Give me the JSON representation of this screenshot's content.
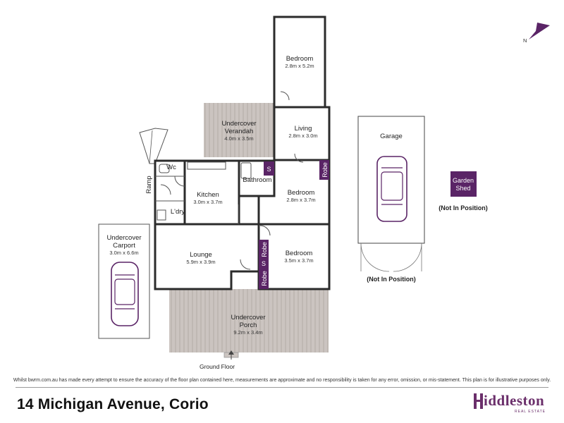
{
  "rooms": {
    "bedroom_top": {
      "name": "Bedroom",
      "dim": "2.8m x 5.2m"
    },
    "verandah": {
      "name1": "Undercover",
      "name2": "Verandah",
      "dim": "4.0m x 3.5m"
    },
    "living": {
      "name": "Living",
      "dim": "2.8m x 3.0m"
    },
    "wc": {
      "name": "Wc"
    },
    "ramp": {
      "name": "Ramp"
    },
    "kitchen": {
      "name": "Kitchen",
      "dim": "3.0m x 3.7m"
    },
    "bathroom": {
      "name": "Bathroom"
    },
    "bedroom_mid": {
      "name": "Bedroom",
      "dim": "2.8m x 3.7m"
    },
    "laundry": {
      "name": "L'dry"
    },
    "carport": {
      "name1": "Undercover",
      "name2": "Carport",
      "dim": "3.0m x 6.6m"
    },
    "lounge": {
      "name": "Lounge",
      "dim": "5.9m x 3.9m"
    },
    "bedroom_low": {
      "name": "Bedroom",
      "dim": "3.5m x 3.7m"
    },
    "porch": {
      "name1": "Undercover",
      "name2": "Porch",
      "dim": "9.2m x 3.4m"
    },
    "garage": {
      "name": "Garage",
      "note": "(Not In Position)"
    },
    "shed": {
      "name1": "Garden",
      "name2": "Shed",
      "note": "(Not In Position)"
    }
  },
  "labels": {
    "robe": "Robe",
    "storage": "S",
    "ground_floor": "Ground Floor",
    "compass": "N"
  },
  "colors": {
    "accent": "#5a2466",
    "wall": "#2b2b2b",
    "deck_fill": "#c9c2be",
    "deck_line": "#b0a8a3"
  },
  "footer": {
    "disclaimer": "Whilst bwrm.com.au has made every attempt to ensure the accuracy of the floor plan contained here, measurements are approximate and no responsibility is taken for any error, omission, or mis-statement. This plan is for illustrative purposes only.",
    "address": "14 Michigan Avenue, Corio",
    "logo_name": "iddleston",
    "logo_sub": "REAL ESTATE"
  }
}
